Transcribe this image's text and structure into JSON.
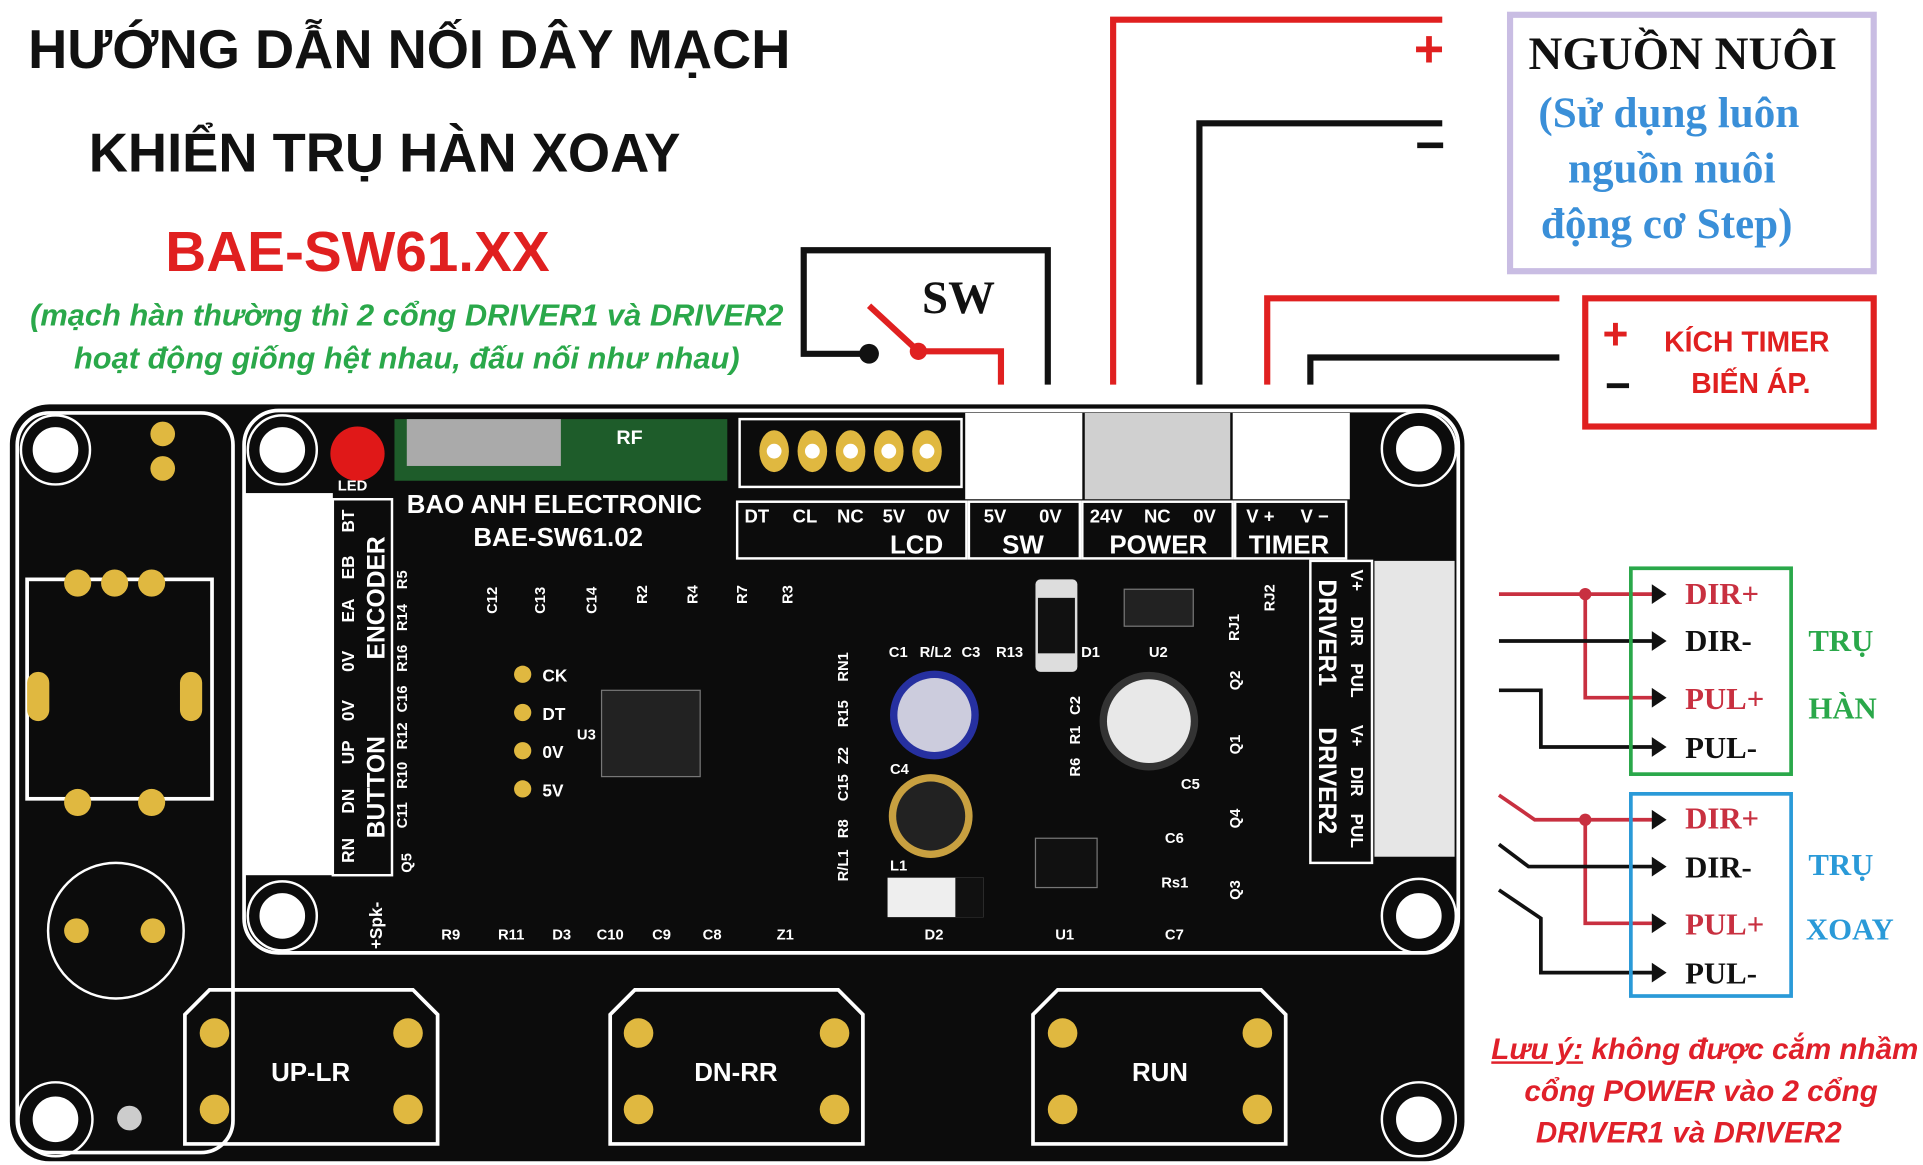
{
  "header": {
    "title_line1": "HƯỚNG DẪN NỐI DÂY MẠCH",
    "title_line2": "KHIỂN TRỤ HÀN XOAY",
    "model": "BAE-SW61.XX",
    "subtitle_line1": "(mạch hàn thường thì 2 cổng DRIVER1 và DRIVER2",
    "subtitle_line2": "hoạt động giống hệt nhau, đấu nối như nhau)"
  },
  "power_supply": {
    "plus": "+",
    "minus": "−",
    "title": "NGUỒN NUÔI",
    "desc_line1": "(Sử dụng luôn",
    "desc_line2": "nguồn nuôi",
    "desc_line3": "động cơ Step)"
  },
  "switch": {
    "label": "SW"
  },
  "timer": {
    "plus": "+",
    "minus": "−",
    "line1": "KÍCH TIMER",
    "line2": "BIẾN ÁP."
  },
  "drivers": [
    {
      "pins": [
        "DIR+",
        "DIR-",
        "PUL+",
        "PUL-"
      ],
      "name_line1": "TRỤ",
      "name_line2": "HÀN",
      "color": "#2aa84a"
    },
    {
      "pins": [
        "DIR+",
        "DIR-",
        "PUL+",
        "PUL-"
      ],
      "name_line1": "TRỤ",
      "name_line2": "XOAY",
      "color": "#2a9ad8"
    }
  ],
  "note": {
    "label": "Lưu ý:",
    "line1": " không được cắm nhầm",
    "line2": "cổng POWER vào 2 cổng",
    "line3": "DRIVER1 và DRIVER2"
  },
  "pcb": {
    "brand": "BAO ANH ELECTRONIC",
    "model": "BAE-SW61.02",
    "led": "LED",
    "rf": "RF",
    "connectors": {
      "lcd": {
        "name": "LCD",
        "pins": [
          "DT",
          "CL",
          "NC",
          "5V",
          "0V"
        ]
      },
      "sw": {
        "name": "SW",
        "pins": [
          "5V",
          "0V"
        ]
      },
      "power": {
        "name": "POWER",
        "pins": [
          "24V",
          "NC",
          "0V"
        ]
      },
      "timer": {
        "name": "TIMER",
        "pins": [
          "V +",
          "V −"
        ]
      },
      "encoder": {
        "name": "ENCODER",
        "pins": [
          "BT",
          "EB",
          "EA",
          "0V"
        ]
      },
      "button": {
        "name": "BUTTON",
        "pins": [
          "0V",
          "UP",
          "DN",
          "RN"
        ]
      },
      "driver1": {
        "name": "DRIVER1",
        "pins": [
          "V+",
          "DIR",
          "PUL"
        ]
      },
      "driver2": {
        "name": "DRIVER2",
        "pins": [
          "V+",
          "DIR",
          "PUL"
        ]
      },
      "prog": [
        "CK",
        "DT",
        "0V",
        "5V"
      ],
      "spk": "+Spk-"
    },
    "buttons": [
      "UP-LR",
      "DN-RR",
      "RUN"
    ],
    "refs": [
      "R5",
      "R14",
      "R16",
      "C16",
      "R12",
      "R10",
      "C11",
      "Q5",
      "R9",
      "C12",
      "C13",
      "C14",
      "R2",
      "R4",
      "R7",
      "R3",
      "U3",
      "RN1",
      "R15",
      "Z2",
      "C15",
      "R8",
      "R/L1",
      "Z1",
      "R11",
      "D3",
      "C10",
      "C9",
      "C8",
      "C1",
      "R/L2",
      "C3",
      "R13",
      "D1",
      "U2",
      "RJ1",
      "RJ2",
      "C2",
      "R1",
      "R6",
      "C4",
      "C5",
      "L1",
      "D2",
      "U1",
      "C6",
      "Rs1",
      "C7",
      "Q2",
      "Q1",
      "Q4",
      "Q3"
    ]
  }
}
